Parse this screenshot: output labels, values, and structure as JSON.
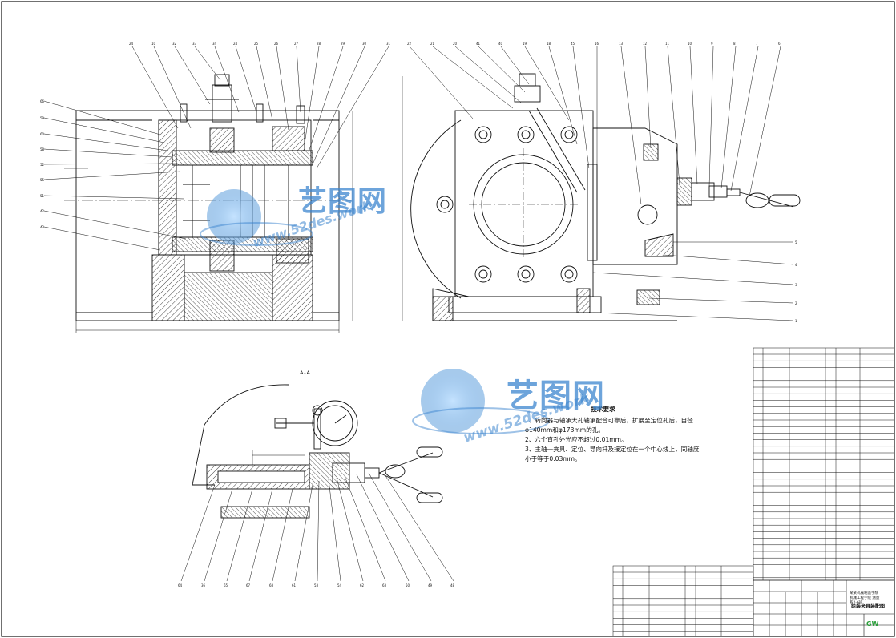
{
  "section_label": "A-A",
  "technical_requirements": {
    "title": "技术要求",
    "items": [
      "1、转向器与轴承大孔轴承配合可靠后，扩展至定位孔后，自径φ140mm和φ173mm的孔。",
      "2、六个直孔外光应不超过0.01mm。",
      "3、主轴—夹具、定位、导向杆及接定位在一个中心线上，同轴度小于等于0.03mm。"
    ]
  },
  "watermark": {
    "brand": "艺图网",
    "url": "www.52des.work"
  },
  "title_block": {
    "drawing_title": "组装夹具装配图",
    "company": "某某机械制造学院 机械工程学院 测量系2-6班",
    "logo": "GW"
  },
  "colors": {
    "line": "#111111",
    "watermark": "#3d86cf",
    "logo": "#2a9d3a"
  }
}
